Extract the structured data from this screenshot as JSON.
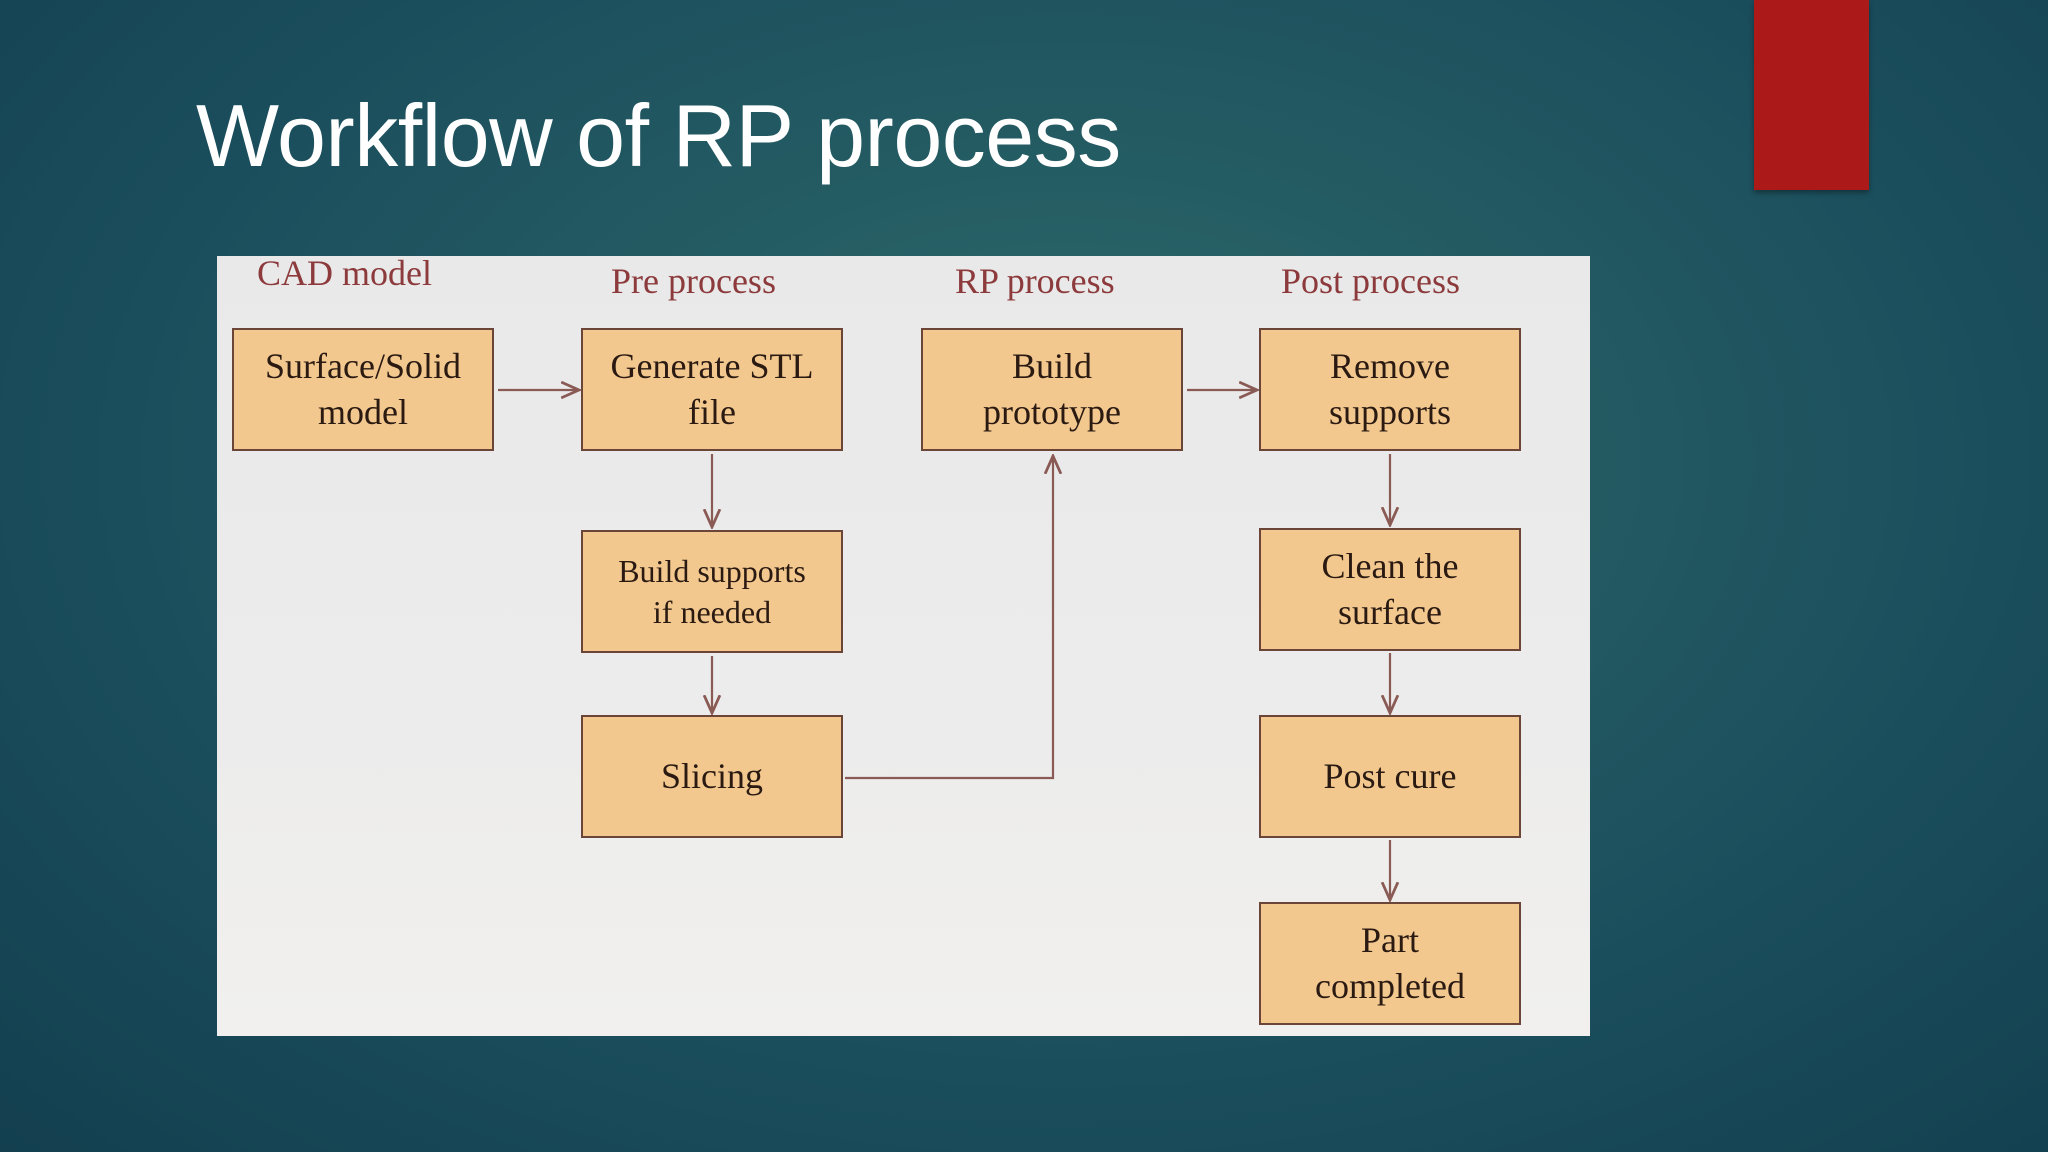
{
  "slide": {
    "title": "Workflow of RP process"
  },
  "colors": {
    "accent_bar": "#ab1a18",
    "box_fill": "#f2c88f",
    "label_color": "#8c3a3c"
  },
  "diagram": {
    "columns": {
      "cad_model": "CAD model",
      "pre_process": "Pre process",
      "rp_process": "RP process",
      "post_process": "Post process"
    },
    "nodes": {
      "surface_solid_model": [
        "Surface/Solid",
        "model"
      ],
      "generate_stl": [
        "Generate STL",
        "file"
      ],
      "build_supports": [
        "Build supports",
        "if needed"
      ],
      "slicing": [
        "Slicing"
      ],
      "build_prototype": [
        "Build",
        "prototype"
      ],
      "remove_supports": [
        "Remove",
        "supports"
      ],
      "clean_surface": [
        "Clean the",
        "surface"
      ],
      "post_cure": [
        "Post cure"
      ],
      "part_completed": [
        "Part",
        "completed"
      ]
    },
    "edges": [
      [
        "surface_solid_model",
        "generate_stl"
      ],
      [
        "generate_stl",
        "build_supports"
      ],
      [
        "build_supports",
        "slicing"
      ],
      [
        "slicing",
        "build_prototype"
      ],
      [
        "build_prototype",
        "remove_supports"
      ],
      [
        "remove_supports",
        "clean_surface"
      ],
      [
        "clean_surface",
        "post_cure"
      ],
      [
        "post_cure",
        "part_completed"
      ]
    ]
  }
}
